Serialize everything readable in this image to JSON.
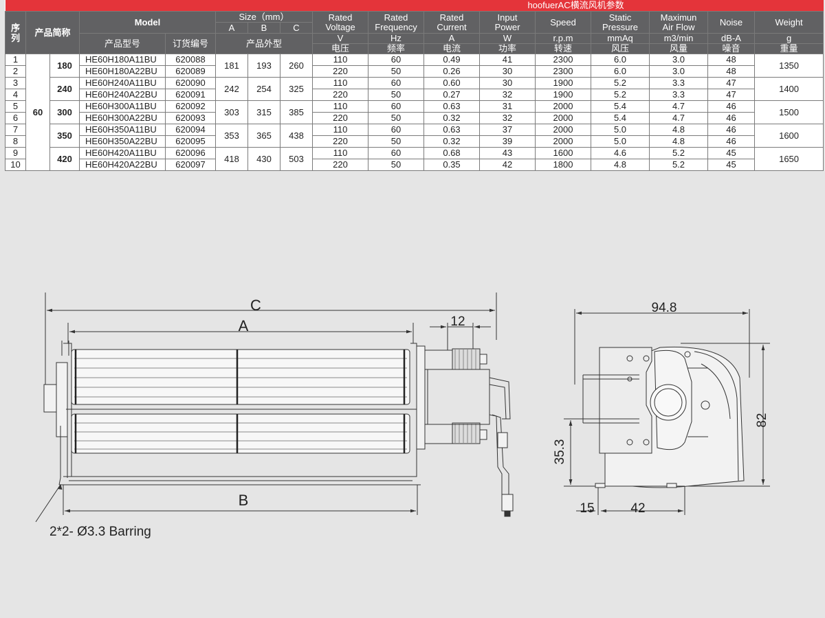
{
  "table": {
    "title": "hoofuerAC横流风机参数",
    "headers": {
      "seq": "序列",
      "product_short": "产品简称",
      "model": "Model",
      "size": "Size（mm）",
      "rated_voltage": "Rated\nVoltage",
      "rated_frequency": "Rated\nFrequency",
      "rated_current": "Rated\nCurrent",
      "input_power": "Input\nPower",
      "speed": "Speed",
      "static_pressure": "Static\nPressure",
      "max_air_flow": "Maximun\nAir Flow",
      "noise": "Noise",
      "weight": "Weight"
    },
    "size_cols": [
      "A",
      "B",
      "C"
    ],
    "units": {
      "voltage": "V",
      "frequency": "Hz",
      "current": "A",
      "power": "W",
      "speed": "r.p.m",
      "pressure": "mmAq",
      "air_flow": "m3/min",
      "noise": "dB-A",
      "weight": "g"
    },
    "cn_labels": {
      "model_no": "产品型号",
      "order_no": "订货编号",
      "dimensions": "产品外型",
      "voltage": "电压",
      "frequency": "频率",
      "current": "电流",
      "power": "功率",
      "speed": "转速",
      "pressure": "风压",
      "air_flow": "风量",
      "noise": "噪音",
      "weight": "重量"
    },
    "series": "60",
    "groups": [
      {
        "short": "180",
        "a": "181",
        "b": "193",
        "c": "260",
        "weight": "1350",
        "rows": [
          {
            "seq": "1",
            "model": "HE60H180A11BU",
            "order": "620088",
            "voltage": "110",
            "freq": "60",
            "current": "0.49",
            "power": "41",
            "speed": "2300",
            "pressure": "6.0",
            "flow": "3.0",
            "noise": "48"
          },
          {
            "seq": "2",
            "model": "HE60H180A22BU",
            "order": "620089",
            "voltage": "220",
            "freq": "50",
            "current": "0.26",
            "power": "30",
            "speed": "2300",
            "pressure": "6.0",
            "flow": "3.0",
            "noise": "48"
          }
        ]
      },
      {
        "short": "240",
        "a": "242",
        "b": "254",
        "c": "325",
        "weight": "1400",
        "rows": [
          {
            "seq": "3",
            "model": "HE60H240A11BU",
            "order": "620090",
            "voltage": "110",
            "freq": "60",
            "current": "0.60",
            "power": "30",
            "speed": "1900",
            "pressure": "5.2",
            "flow": "3.3",
            "noise": "47"
          },
          {
            "seq": "4",
            "model": "HE60H240A22BU",
            "order": "620091",
            "voltage": "220",
            "freq": "50",
            "current": "0.27",
            "power": "32",
            "speed": "1900",
            "pressure": "5.2",
            "flow": "3.3",
            "noise": "47"
          }
        ]
      },
      {
        "short": "300",
        "a": "303",
        "b": "315",
        "c": "385",
        "weight": "1500",
        "rows": [
          {
            "seq": "5",
            "model": "HE60H300A11BU",
            "order": "620092",
            "voltage": "110",
            "freq": "60",
            "current": "0.63",
            "power": "31",
            "speed": "2000",
            "pressure": "5.4",
            "flow": "4.7",
            "noise": "46"
          },
          {
            "seq": "6",
            "model": "HE60H300A22BU",
            "order": "620093",
            "voltage": "220",
            "freq": "50",
            "current": "0.32",
            "power": "32",
            "speed": "2000",
            "pressure": "5.4",
            "flow": "4.7",
            "noise": "46"
          }
        ]
      },
      {
        "short": "350",
        "a": "353",
        "b": "365",
        "c": "438",
        "weight": "1600",
        "rows": [
          {
            "seq": "7",
            "model": "HE60H350A11BU",
            "order": "620094",
            "voltage": "110",
            "freq": "60",
            "current": "0.63",
            "power": "37",
            "speed": "2000",
            "pressure": "5.0",
            "flow": "4.8",
            "noise": "46"
          },
          {
            "seq": "8",
            "model": "HE60H350A22BU",
            "order": "620095",
            "voltage": "220",
            "freq": "50",
            "current": "0.32",
            "power": "39",
            "speed": "2000",
            "pressure": "5.0",
            "flow": "4.8",
            "noise": "46"
          }
        ]
      },
      {
        "short": "420",
        "a": "418",
        "b": "430",
        "c": "503",
        "weight": "1650",
        "rows": [
          {
            "seq": "9",
            "model": "HE60H420A11BU",
            "order": "620096",
            "voltage": "110",
            "freq": "60",
            "current": "0.68",
            "power": "43",
            "speed": "1600",
            "pressure": "4.6",
            "flow": "5.2",
            "noise": "45"
          },
          {
            "seq": "10",
            "model": "HE60H420A22BU",
            "order": "620097",
            "voltage": "220",
            "freq": "50",
            "current": "0.35",
            "power": "42",
            "speed": "1800",
            "pressure": "4.8",
            "flow": "5.2",
            "noise": "45"
          }
        ]
      }
    ]
  },
  "drawing": {
    "front_view": {
      "label_c": "C",
      "label_a": "A",
      "label_b": "B",
      "dim_12": "12",
      "hole_note": "2*2-  Ø3.3 Barring"
    },
    "side_view": {
      "dim_width": "94.8",
      "dim_height": "82",
      "dim_353": "35.3",
      "dim_15": "15",
      "dim_42": "42"
    }
  },
  "colors": {
    "title_bar": "#e4343a",
    "header_bg": "#616163",
    "page_bg": "#e5e5e5",
    "line": "#333333"
  }
}
